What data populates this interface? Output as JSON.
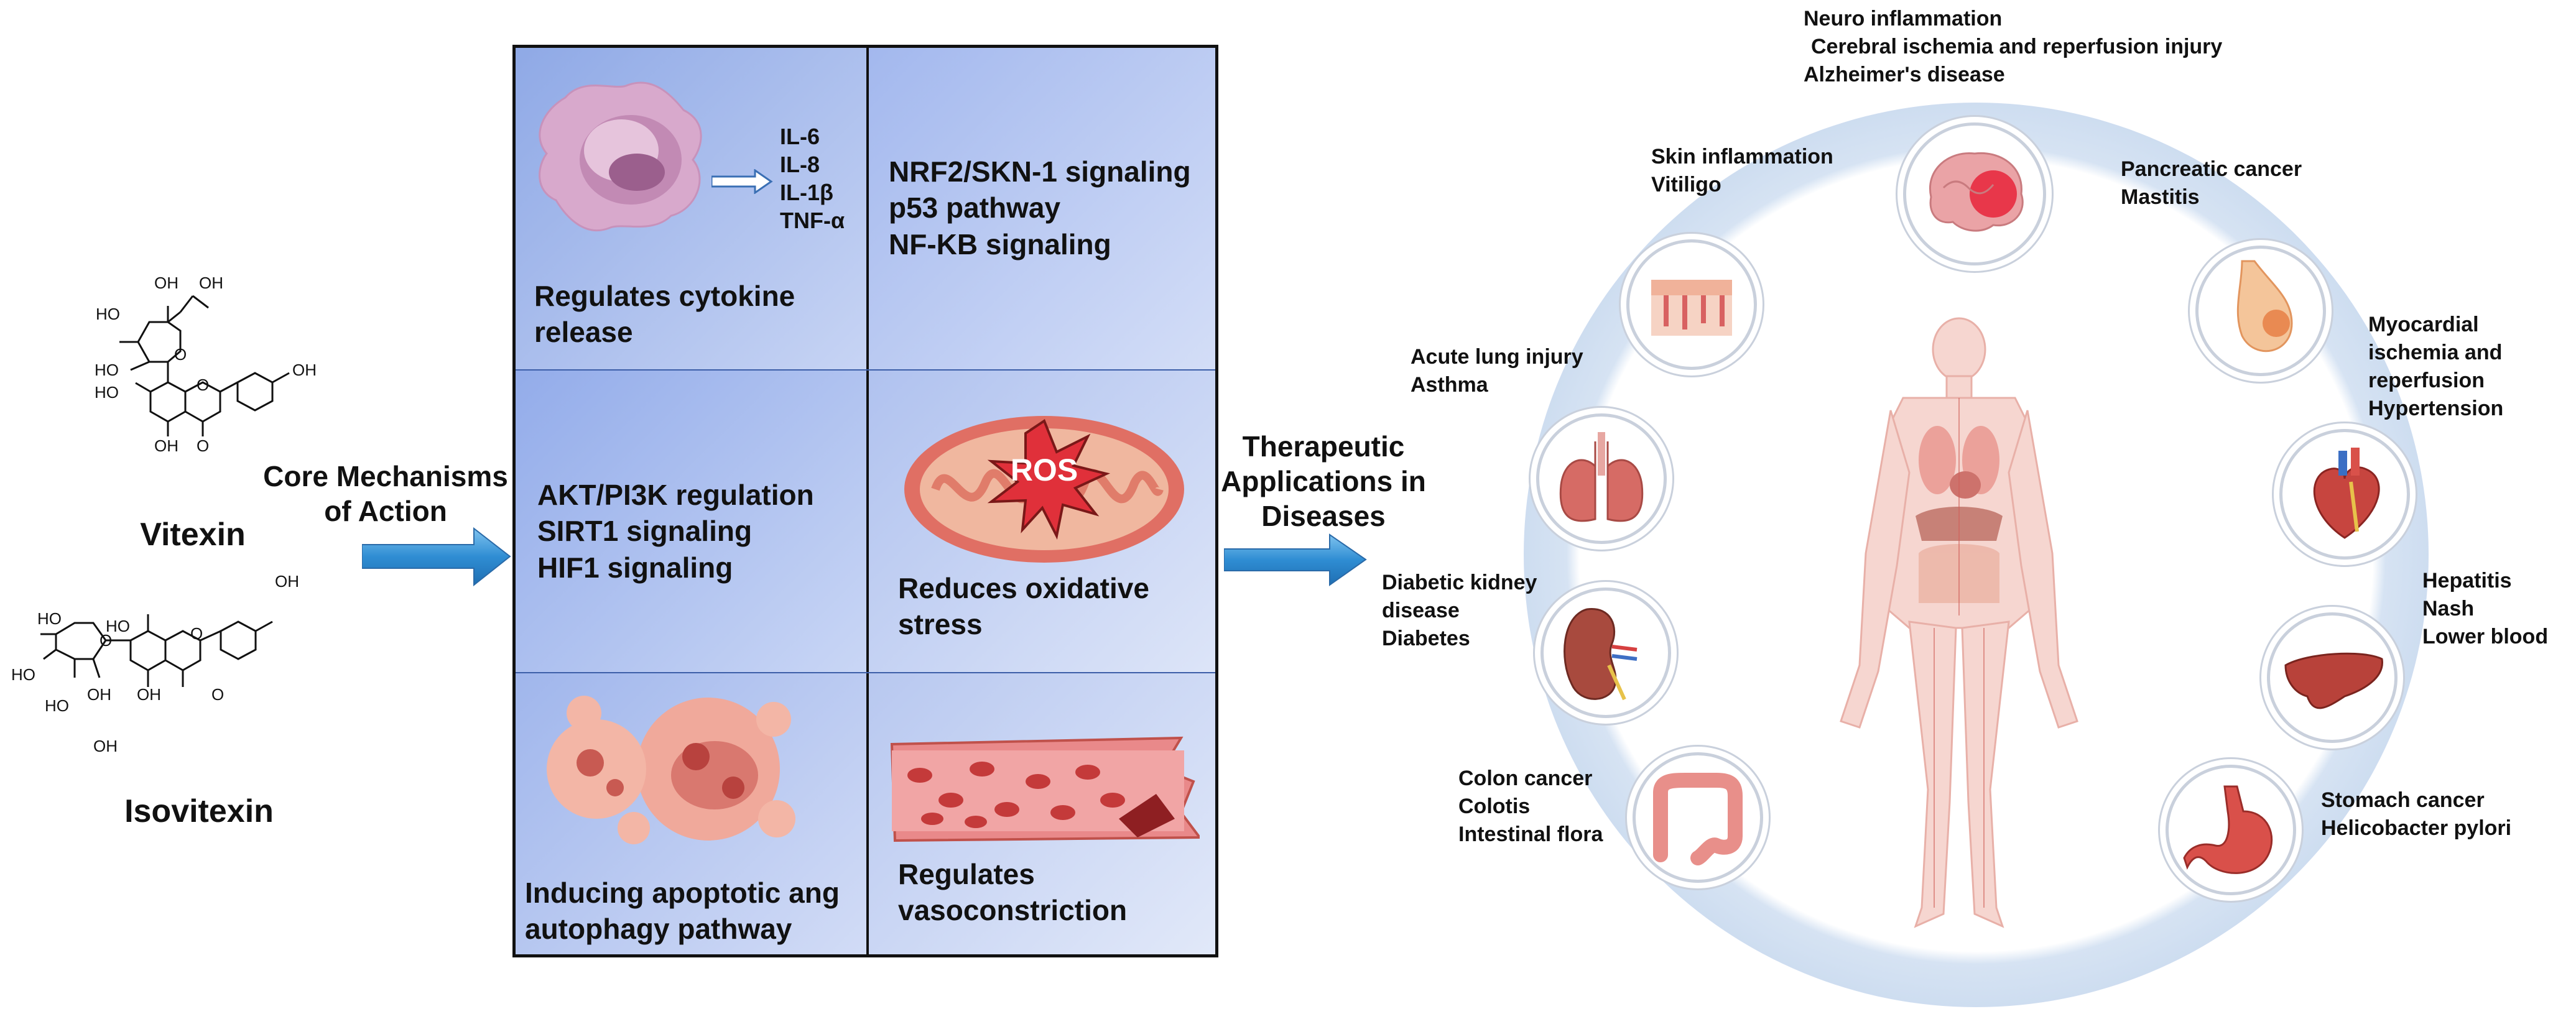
{
  "molecules": {
    "vitexin": {
      "name": "Vitexin",
      "atoms": {
        "oh_top1": "OH",
        "oh_top2": "OH",
        "ho_1": "HO",
        "ho_2": "HO",
        "o_ring": "O",
        "oh_right": "OH",
        "ho_3": "HO",
        "o_core": "O",
        "oh_bottom": "OH",
        "o_keto": "O"
      }
    },
    "isovitexin": {
      "name": "Isovitexin",
      "atoms": {
        "oh_right": "OH",
        "ho_1": "HO",
        "o_core": "O",
        "ho_2": "HO",
        "o_ring": "O",
        "ho_3": "HO",
        "ho_4": "HO",
        "oh_5": "OH",
        "oh_6": "OH",
        "o_keto": "O",
        "oh_bottom": "OH"
      }
    }
  },
  "core_arrow": {
    "label_line1": "Core Mechanisms",
    "label_line2": "of Action"
  },
  "mechanisms": {
    "cytokines": [
      "IL-6",
      "IL-8",
      "IL-1β",
      "TNF-α"
    ],
    "c1": {
      "line1": "Regulates cytokine",
      "line2": "release"
    },
    "c2": {
      "line1": "NRF2/SKN-1 signaling",
      "line2": "p53 pathway",
      "line3": "NF-KB signaling"
    },
    "c3": {
      "line1": "AKT/PI3K regulation",
      "line2": "SIRT1 signaling",
      "line3": "HIF1 signaling"
    },
    "c4": {
      "line1": "Reduces oxidative",
      "line2": "stress",
      "ros": "ROS"
    },
    "c5": {
      "line1": "Inducing apoptotic ang",
      "line2": "autophagy pathway"
    },
    "c6": {
      "line1": "Regulates",
      "line2": "vasoconstriction"
    }
  },
  "therapy_arrow": {
    "line1": "Therapeutic",
    "line2": "Applications in",
    "line3": "Diseases"
  },
  "diseases": {
    "neuro": [
      "Neuro inflammation",
      "Cerebral ischemia and reperfusion injury",
      "Alzheimer's disease"
    ],
    "skin": [
      "Skin inflammation",
      "Vitiligo"
    ],
    "pancreatic": [
      "Pancreatic cancer",
      "Mastitis"
    ],
    "lung": [
      "Acute lung injury",
      "Asthma"
    ],
    "myocardial": [
      "Myocardial",
      "ischemia and",
      "reperfusion",
      "Hypertension"
    ],
    "kidney": [
      "Diabetic kidney",
      "disease",
      "Diabetes"
    ],
    "liver": [
      "Hepatitis",
      "Nash",
      "Lower blood"
    ],
    "colon": [
      "Colon cancer",
      "Colotis",
      "Intestinal flora"
    ],
    "stomach": [
      "Stomach cancer",
      "Helicobacter pylori"
    ]
  },
  "colors": {
    "arrow_blue": "#3a8fd0",
    "cell_blue": "#a8bcec",
    "ring_blue": "#b9cfe9",
    "tissue_pink": "#e8a29a",
    "organ_red": "#c0514b"
  },
  "icons": [
    "neutrophil-icon",
    "mitochondrion-icon",
    "apoptotic-cell-icon",
    "blood-vessel-icon",
    "brain-icon",
    "skin-icon",
    "breast-icon",
    "lungs-icon",
    "heart-icon",
    "kidney-icon",
    "liver-icon",
    "colon-icon",
    "stomach-icon",
    "human-body-icon"
  ]
}
